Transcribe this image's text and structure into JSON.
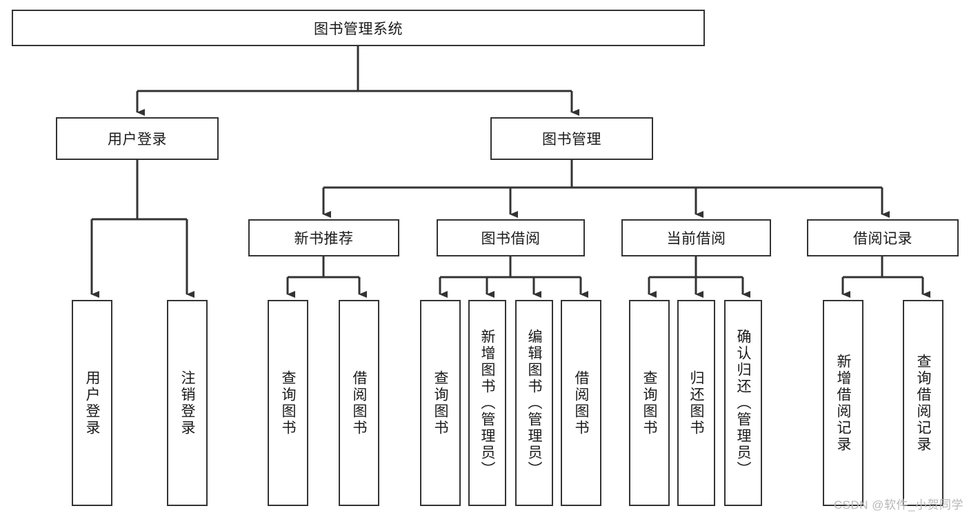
{
  "diagram": {
    "title": "图书管理系统",
    "type": "tree",
    "watermark": "CSDN @软件_小贺同学",
    "colors": {
      "box_border": "#333333",
      "box_fill": "#ffffff",
      "edge": "#333333",
      "text": "#1a1a1a",
      "watermark": "#b7b7b7"
    },
    "root": {
      "label": "图书管理系统",
      "orientation": "horizontal"
    },
    "level2": [
      {
        "label": "用户登录",
        "orientation": "horizontal"
      },
      {
        "label": "图书管理",
        "orientation": "horizontal"
      }
    ],
    "level3": [
      {
        "label": "新书推荐",
        "orientation": "horizontal"
      },
      {
        "label": "图书借阅",
        "orientation": "horizontal"
      },
      {
        "label": "当前借阅",
        "orientation": "horizontal"
      },
      {
        "label": "借阅记录",
        "orientation": "horizontal"
      }
    ],
    "leaves": {
      "user_login": [
        {
          "label": "用户登录",
          "orientation": "vertical"
        },
        {
          "label": "注销登录",
          "orientation": "vertical"
        }
      ],
      "new_book_recommend": [
        {
          "label": "查询图书",
          "orientation": "vertical"
        },
        {
          "label": "借阅图书",
          "orientation": "vertical"
        }
      ],
      "book_borrow": [
        {
          "label": "查询图书",
          "orientation": "vertical"
        },
        {
          "label": "新增图书（管理员）",
          "orientation": "vertical"
        },
        {
          "label": "编辑图书（管理员）",
          "orientation": "vertical"
        },
        {
          "label": "借阅图书",
          "orientation": "vertical"
        }
      ],
      "current_borrow": [
        {
          "label": "查询图书",
          "orientation": "vertical"
        },
        {
          "label": "归还图书",
          "orientation": "vertical"
        },
        {
          "label": "确认归还（管理员）",
          "orientation": "vertical"
        }
      ],
      "borrow_records": [
        {
          "label": "新增借阅记录",
          "orientation": "vertical"
        },
        {
          "label": "查询借阅记录",
          "orientation": "vertical"
        }
      ]
    }
  }
}
